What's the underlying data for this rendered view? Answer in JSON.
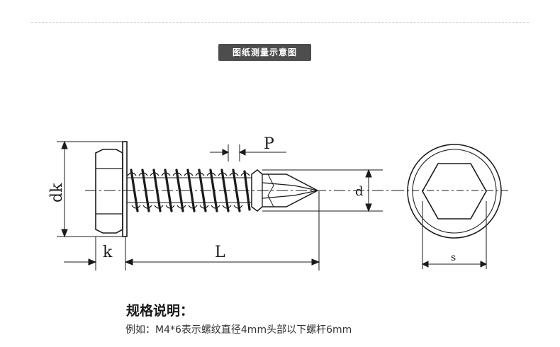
{
  "header": {
    "badge_text": "图纸测量示意图"
  },
  "diagram": {
    "labels": {
      "pitch": "P",
      "head_diameter": "dk",
      "head_height": "k",
      "length": "L",
      "thread_diameter": "d",
      "hex_width": "s"
    },
    "colors": {
      "line": "#1a1a1a",
      "badge_bg": "#4d4d4d"
    }
  },
  "spec": {
    "title": "规格说明：",
    "example": "例如：M4*6表示螺纹直径4mm头部以下螺杆6mm"
  }
}
